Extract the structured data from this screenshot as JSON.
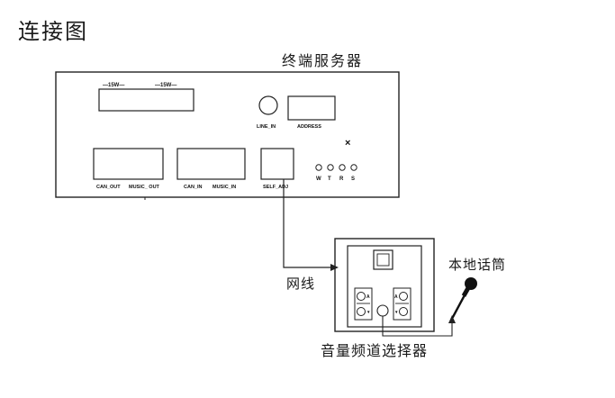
{
  "title": "连接图",
  "server": {
    "label": "终端服务器",
    "speaker_out_1": "—15W—",
    "speaker_out_2": "—15W—",
    "line_in": "LINE_IN",
    "address": "ADDRESS",
    "can_out": "CAN_OUT",
    "music_out": "MUSIC_ OUT",
    "can_in": "CAN_IN",
    "music_in": "MUSIC_IN",
    "self_adj": "SELF_ADJ",
    "mark": "×",
    "indicators": [
      "W",
      "T",
      "R",
      "S"
    ]
  },
  "cable_label": "网线",
  "microphone_label": "本地话筒",
  "selector": {
    "label": "音量频道选择器",
    "key_up_left": "A",
    "key_down_left": "▼",
    "key_up_right": "A",
    "key_down_right": "▼"
  }
}
